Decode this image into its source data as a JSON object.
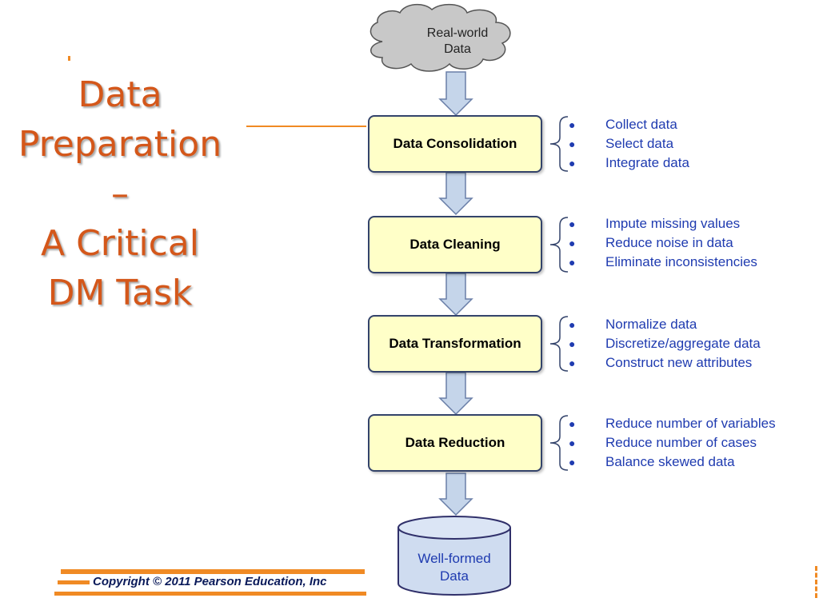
{
  "title": {
    "line1": "Data",
    "line2": "Preparation",
    "line3": "–",
    "line4": "A Critical",
    "line5": "DM Task"
  },
  "source": {
    "line1": "Real-world",
    "line2": "Data"
  },
  "steps": [
    {
      "label": "Data Consolidation",
      "items": [
        "Collect data",
        "Select data",
        "Integrate data"
      ]
    },
    {
      "label": "Data Cleaning",
      "items": [
        "Impute missing values",
        "Reduce noise in data",
        "Eliminate inconsistencies"
      ]
    },
    {
      "label": "Data Transformation",
      "items": [
        "Normalize data",
        "Discretize/aggregate data",
        "Construct new attributes"
      ]
    },
    {
      "label": "Data Reduction",
      "items": [
        "Reduce number of variables",
        "Reduce number of cases",
        "Balance skewed data"
      ]
    }
  ],
  "output": {
    "line1": "Well-formed",
    "line2": "Data"
  },
  "footer": {
    "copyright": "Copyright © 2011 Pearson Education, Inc"
  },
  "colors": {
    "title": "#d4571a",
    "accent": "#f08a24",
    "box_fill": "#ffffc8",
    "bullet_text": "#1f3bb0",
    "arrow_fill": "#c5d5ea"
  }
}
